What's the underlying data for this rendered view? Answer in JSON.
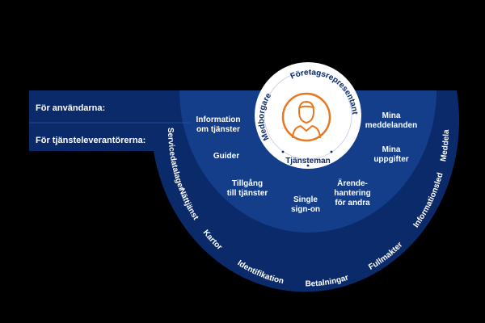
{
  "colors": {
    "background": "#000000",
    "outer_band": "#0b2a6a",
    "inner_band": "#143d8a",
    "center_circle": "#ffffff",
    "center_ring": "#c9d3e6",
    "accent_orange": "#e87722",
    "text_light": "#ffffff",
    "text_dark": "#0b2a6a"
  },
  "left_labels": {
    "users": "För användarna:",
    "providers": "För tjänsteleverantörerna:"
  },
  "center": {
    "icon": "person-icon",
    "roles": {
      "citizen": "Medborgare",
      "company_rep": "Företagsrepresentant",
      "civil_servant": "Tjänsteman"
    }
  },
  "user_services": [
    {
      "id": "information",
      "lines": [
        "Information",
        "om tjänster"
      ]
    },
    {
      "id": "guides",
      "lines": [
        "Guider"
      ]
    },
    {
      "id": "access",
      "lines": [
        "Tillgång",
        "till tjänster"
      ]
    },
    {
      "id": "sso",
      "lines": [
        "Single",
        "sign-on"
      ]
    },
    {
      "id": "errands",
      "lines": [
        "Ärende-",
        "hantering",
        "för andra"
      ]
    },
    {
      "id": "tasks",
      "lines": [
        "Mina",
        "uppgifter"
      ]
    },
    {
      "id": "messages",
      "lines": [
        "Mina",
        "meddelanden"
      ]
    }
  ],
  "provider_services": [
    "Servicedatalager",
    "Nättjänst",
    "Kartor",
    "Identifikation",
    "Betalningar",
    "Fullmakter",
    "Informationsled",
    "Meddelanden"
  ]
}
